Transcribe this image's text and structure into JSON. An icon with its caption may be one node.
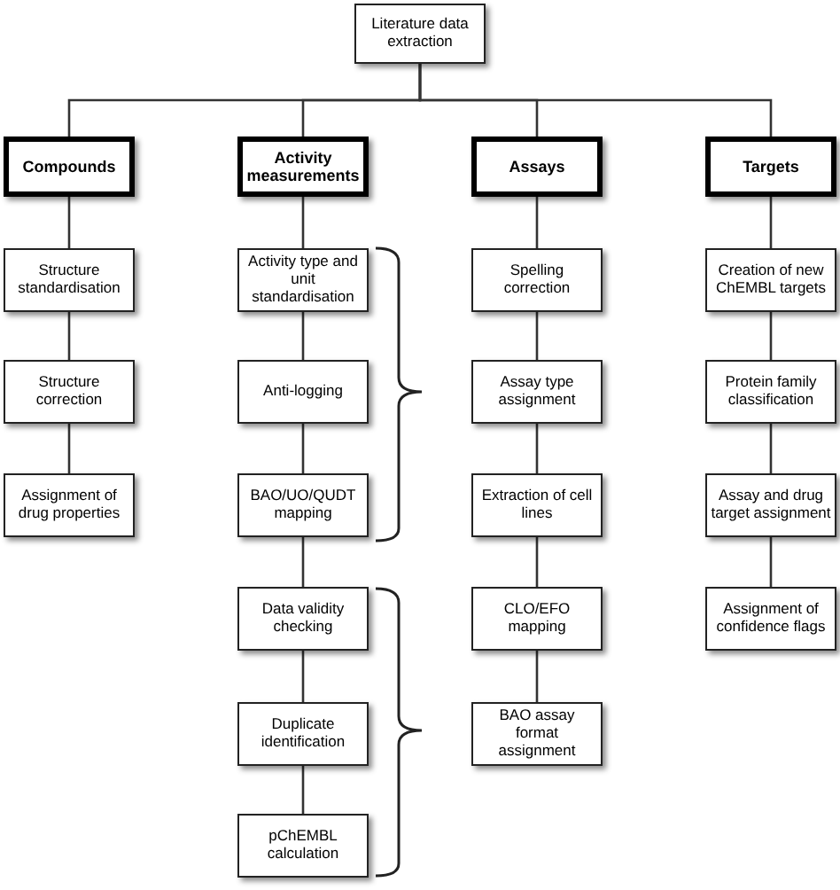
{
  "diagram": {
    "nodes": [
      {
        "text": [
          "Literature data extraction"
        ]
      },
      {
        "text": [
          "Compounds"
        ]
      },
      {
        "text": [
          "Activity measurements"
        ]
      },
      {
        "text": [
          "Assays"
        ]
      },
      {
        "text": [
          "Targets"
        ]
      },
      {
        "text": [
          "Structure standardisation"
        ]
      },
      {
        "text": [
          "Structure correction"
        ]
      },
      {
        "text": [
          "Assignment of drug properties"
        ]
      },
      {
        "text": [
          "Activity type and unit standardisation"
        ]
      },
      {
        "text": [
          "Anti-logging"
        ]
      },
      {
        "text": [
          "BAO/UO/QUDT mapping"
        ]
      },
      {
        "text": [
          "Data validity checking"
        ]
      },
      {
        "text": [
          "Duplicate identification"
        ]
      },
      {
        "text": [
          "pChEMBL calculation"
        ]
      },
      {
        "text": [
          "Spelling correction"
        ]
      },
      {
        "text": [
          "Assay type assignment"
        ]
      },
      {
        "text": [
          "Extraction of cell lines"
        ]
      },
      {
        "text": [
          "CLO/EFO mapping"
        ]
      },
      {
        "text": [
          "BAO assay format assignment"
        ]
      },
      {
        "text": [
          "Creation of new ChEMBL targets"
        ]
      },
      {
        "text": [
          "Protein family classification"
        ]
      },
      {
        "text": [
          "Assay and drug target assignment"
        ]
      },
      {
        "text": [
          "Assignment of confidence flags"
        ]
      }
    ],
    "edges": [
      {
        "from": 0,
        "to": 1,
        "arrow": "none"
      },
      {
        "from": 0,
        "to": 2,
        "arrow": "none"
      },
      {
        "from": 0,
        "to": 3,
        "arrow": "none"
      },
      {
        "from": 0,
        "to": 4,
        "arrow": "none"
      },
      {
        "from": 1,
        "to": 5,
        "arrow": "none"
      },
      {
        "from": 5,
        "to": 6,
        "arrow": "none"
      },
      {
        "from": 6,
        "to": 7,
        "arrow": "none"
      },
      {
        "from": 2,
        "to": 8,
        "arrow": "none"
      },
      {
        "from": 8,
        "to": 9,
        "arrow": "none"
      },
      {
        "from": 9,
        "to": 10,
        "arrow": "none"
      },
      {
        "from": 10,
        "to": 11,
        "arrow": "none"
      },
      {
        "from": 11,
        "to": 12,
        "arrow": "none"
      },
      {
        "from": 12,
        "to": 13,
        "arrow": "none"
      },
      {
        "from": 3,
        "to": 14,
        "arrow": "none"
      },
      {
        "from": 14,
        "to": 15,
        "arrow": "none"
      },
      {
        "from": 15,
        "to": 16,
        "arrow": "none"
      },
      {
        "from": 16,
        "to": 17,
        "arrow": "none"
      },
      {
        "from": 17,
        "to": 18,
        "arrow": "none"
      },
      {
        "from": 4,
        "to": 19,
        "arrow": "none"
      },
      {
        "from": 19,
        "to": 20,
        "arrow": "none"
      },
      {
        "from": 20,
        "to": 21,
        "arrow": "none"
      },
      {
        "from": 21,
        "to": 22,
        "arrow": "none"
      }
    ]
  }
}
